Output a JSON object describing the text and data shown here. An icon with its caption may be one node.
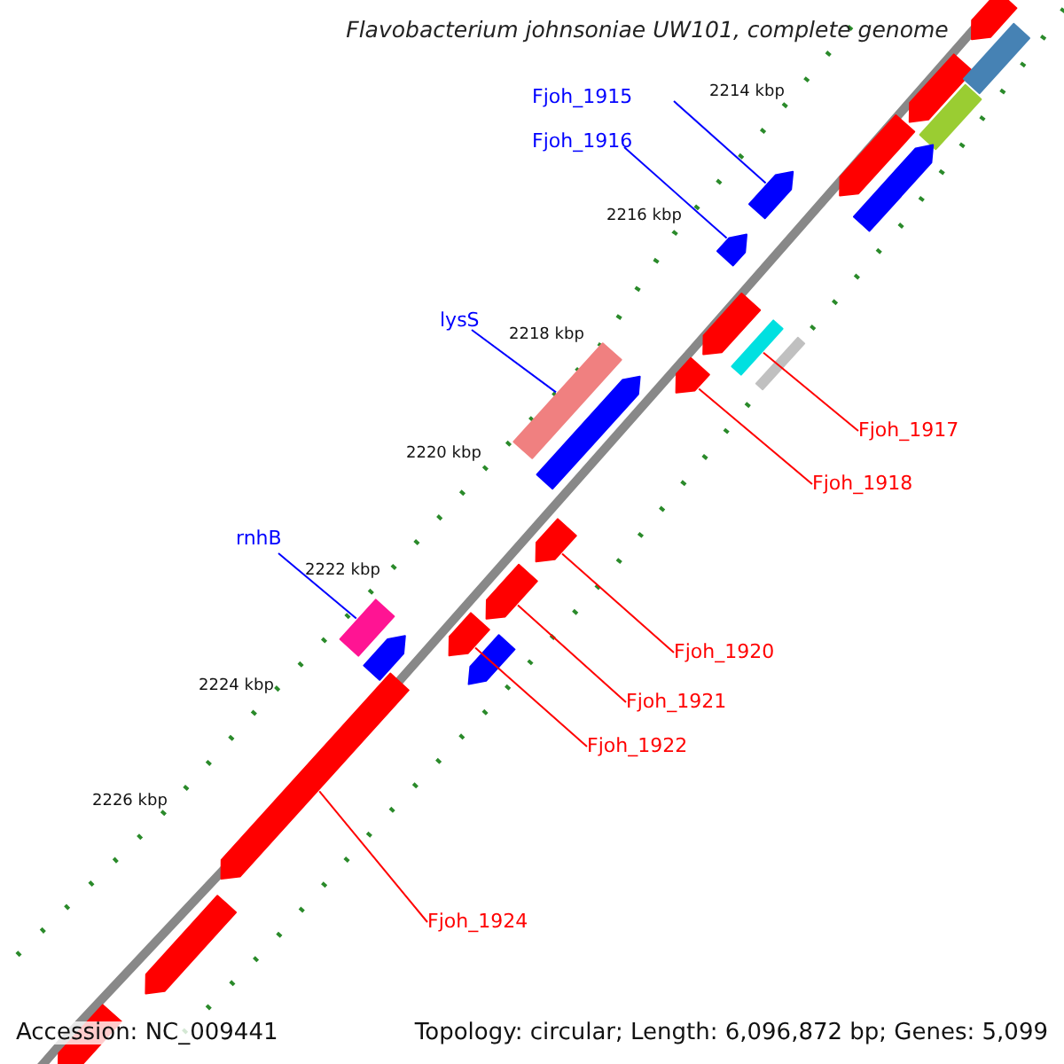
{
  "diagram": {
    "title": "Flavobacterium johnsoniae UW101, complete genome",
    "nodes": [
      {
        "text": [
          "Fjoh_1915"
        ]
      },
      {
        "text": [
          "Fjoh_1916"
        ]
      },
      {
        "text": [
          "lysS"
        ]
      },
      {
        "text": [
          "Fjoh_1917"
        ]
      },
      {
        "text": [
          "Fjoh_1918"
        ]
      },
      {
        "text": [
          "rnhB"
        ]
      },
      {
        "text": [
          "Fjoh_1920"
        ]
      },
      {
        "text": [
          "Fjoh_1921"
        ]
      },
      {
        "text": [
          "Fjoh_1922"
        ]
      },
      {
        "text": [
          "Fjoh_1924"
        ]
      },
      {
        "text": [],
        "shape": "arrow"
      },
      {
        "text": [],
        "shape": "arrow"
      },
      {
        "text": [],
        "shape": "bar"
      },
      {
        "text": [],
        "shape": "bar"
      },
      {
        "text": [],
        "shape": "arrow"
      },
      {
        "text": [],
        "shape": "bar"
      },
      {
        "text": [],
        "shape": "arrow"
      },
      {
        "text": [],
        "shape": "arrow"
      },
      {
        "text": [],
        "shape": "arrow"
      },
      {
        "text": [],
        "shape": "arrow"
      },
      {
        "text": [],
        "shape": "arrow"
      },
      {
        "text": [],
        "shape": "arrow"
      },
      {
        "text": [],
        "shape": "arrow"
      },
      {
        "text": [],
        "shape": "bar"
      },
      {
        "text": [],
        "shape": "bar"
      },
      {
        "text": [],
        "shape": "arrow"
      },
      {
        "text": [],
        "shape": "arrow"
      },
      {
        "text": [],
        "shape": "bar"
      },
      {
        "text": [],
        "shape": "arrow"
      },
      {
        "text": [],
        "shape": "arrow"
      },
      {
        "text": [],
        "shape": "arrow"
      },
      {
        "text": [],
        "shape": "arrow"
      },
      {
        "text": [],
        "shape": "arrow"
      }
    ],
    "edges": [
      {
        "from": 0,
        "to": 10,
        "arrow": "none",
        "color": "#0000ff"
      },
      {
        "from": 1,
        "to": 11,
        "arrow": "none",
        "color": "#0000ff"
      },
      {
        "from": 2,
        "to": 12,
        "arrow": "none",
        "color": "#0000ff"
      },
      {
        "from": 3,
        "to": 13,
        "arrow": "none"
      },
      {
        "from": 4,
        "to": 14,
        "arrow": "none"
      },
      {
        "from": 5,
        "to": 15,
        "arrow": "none",
        "color": "#0000ff"
      },
      {
        "from": 6,
        "to": 16,
        "arrow": "none"
      },
      {
        "from": 7,
        "to": 17,
        "arrow": "none"
      },
      {
        "from": 8,
        "to": 18,
        "arrow": "none"
      },
      {
        "from": 9,
        "to": 19,
        "arrow": "none"
      }
    ],
    "labels": [
      "2214 kbp",
      "2216 kbp",
      "2218 kbp",
      "2220 kbp",
      "2222 kbp",
      "2224 kbp",
      "2226 kbp",
      "Accession: NC_009441",
      "Topology: circular; Length: 6,096,872 bp; Genes: 5,099"
    ]
  }
}
